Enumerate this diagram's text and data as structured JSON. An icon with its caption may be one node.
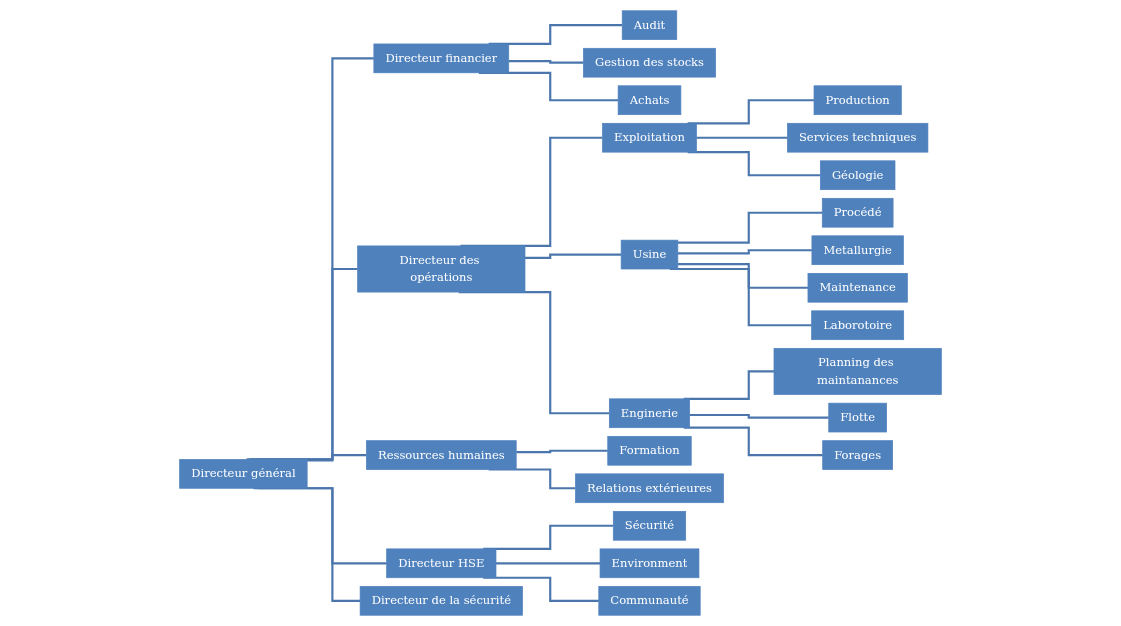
{
  "diagram": {
    "nodes": [
      {
        "text": [
          "Directeur général"
        ]
      },
      {
        "text": [
          "Directeur financier"
        ]
      },
      {
        "text": [
          "Directeur des opérations"
        ]
      },
      {
        "text": [
          "Ressources humaines"
        ]
      },
      {
        "text": [
          "Directeur HSE"
        ]
      },
      {
        "text": [
          "Directeur de la sécurité"
        ]
      },
      {
        "text": [
          "Audit"
        ]
      },
      {
        "text": [
          "Gestion des stocks"
        ]
      },
      {
        "text": [
          "Achats"
        ]
      },
      {
        "text": [
          "Exploitation"
        ]
      },
      {
        "text": [
          "Usine"
        ]
      },
      {
        "text": [
          "Enginerie"
        ]
      },
      {
        "text": [
          "Production"
        ]
      },
      {
        "text": [
          "Services techniques"
        ]
      },
      {
        "text": [
          "Géologie"
        ]
      },
      {
        "text": [
          "Procédé"
        ]
      },
      {
        "text": [
          "Metallurgie"
        ]
      },
      {
        "text": [
          "Maintenance"
        ]
      },
      {
        "text": [
          "Laborotoire"
        ]
      },
      {
        "text": [
          "Planning des maintanances"
        ]
      },
      {
        "text": [
          "Flotte"
        ]
      },
      {
        "text": [
          "Forages"
        ]
      },
      {
        "text": [
          "Formation"
        ]
      },
      {
        "text": [
          "Relations extérieures"
        ]
      },
      {
        "text": [
          "Sécurité"
        ]
      },
      {
        "text": [
          "Environment"
        ]
      },
      {
        "text": [
          "Communauté"
        ]
      }
    ],
    "edges": [
      {
        "from": 0,
        "to": 1,
        "arrow": "none"
      },
      {
        "from": 0,
        "to": 2,
        "arrow": "none"
      },
      {
        "from": 0,
        "to": 3,
        "arrow": "none"
      },
      {
        "from": 0,
        "to": 4,
        "arrow": "none"
      },
      {
        "from": 0,
        "to": 5,
        "arrow": "none"
      },
      {
        "from": 1,
        "to": 6,
        "arrow": "none"
      },
      {
        "from": 1,
        "to": 7,
        "arrow": "none"
      },
      {
        "from": 1,
        "to": 8,
        "arrow": "none"
      },
      {
        "from": 2,
        "to": 9,
        "arrow": "none"
      },
      {
        "from": 2,
        "to": 10,
        "arrow": "none"
      },
      {
        "from": 2,
        "to": 11,
        "arrow": "none"
      },
      {
        "from": 9,
        "to": 12,
        "arrow": "none"
      },
      {
        "from": 9,
        "to": 13,
        "arrow": "none"
      },
      {
        "from": 9,
        "to": 14,
        "arrow": "none"
      },
      {
        "from": 10,
        "to": 15,
        "arrow": "none"
      },
      {
        "from": 10,
        "to": 16,
        "arrow": "none"
      },
      {
        "from": 10,
        "to": 17,
        "arrow": "none"
      },
      {
        "from": 10,
        "to": 18,
        "arrow": "none"
      },
      {
        "from": 11,
        "to": 19,
        "arrow": "none"
      },
      {
        "from": 11,
        "to": 20,
        "arrow": "none"
      },
      {
        "from": 11,
        "to": 21,
        "arrow": "none"
      },
      {
        "from": 3,
        "to": 22,
        "arrow": "none"
      },
      {
        "from": 3,
        "to": 23,
        "arrow": "none"
      },
      {
        "from": 4,
        "to": 24,
        "arrow": "none"
      },
      {
        "from": 4,
        "to": 25,
        "arrow": "none"
      },
      {
        "from": 4,
        "to": 26,
        "arrow": "none"
      }
    ]
  }
}
